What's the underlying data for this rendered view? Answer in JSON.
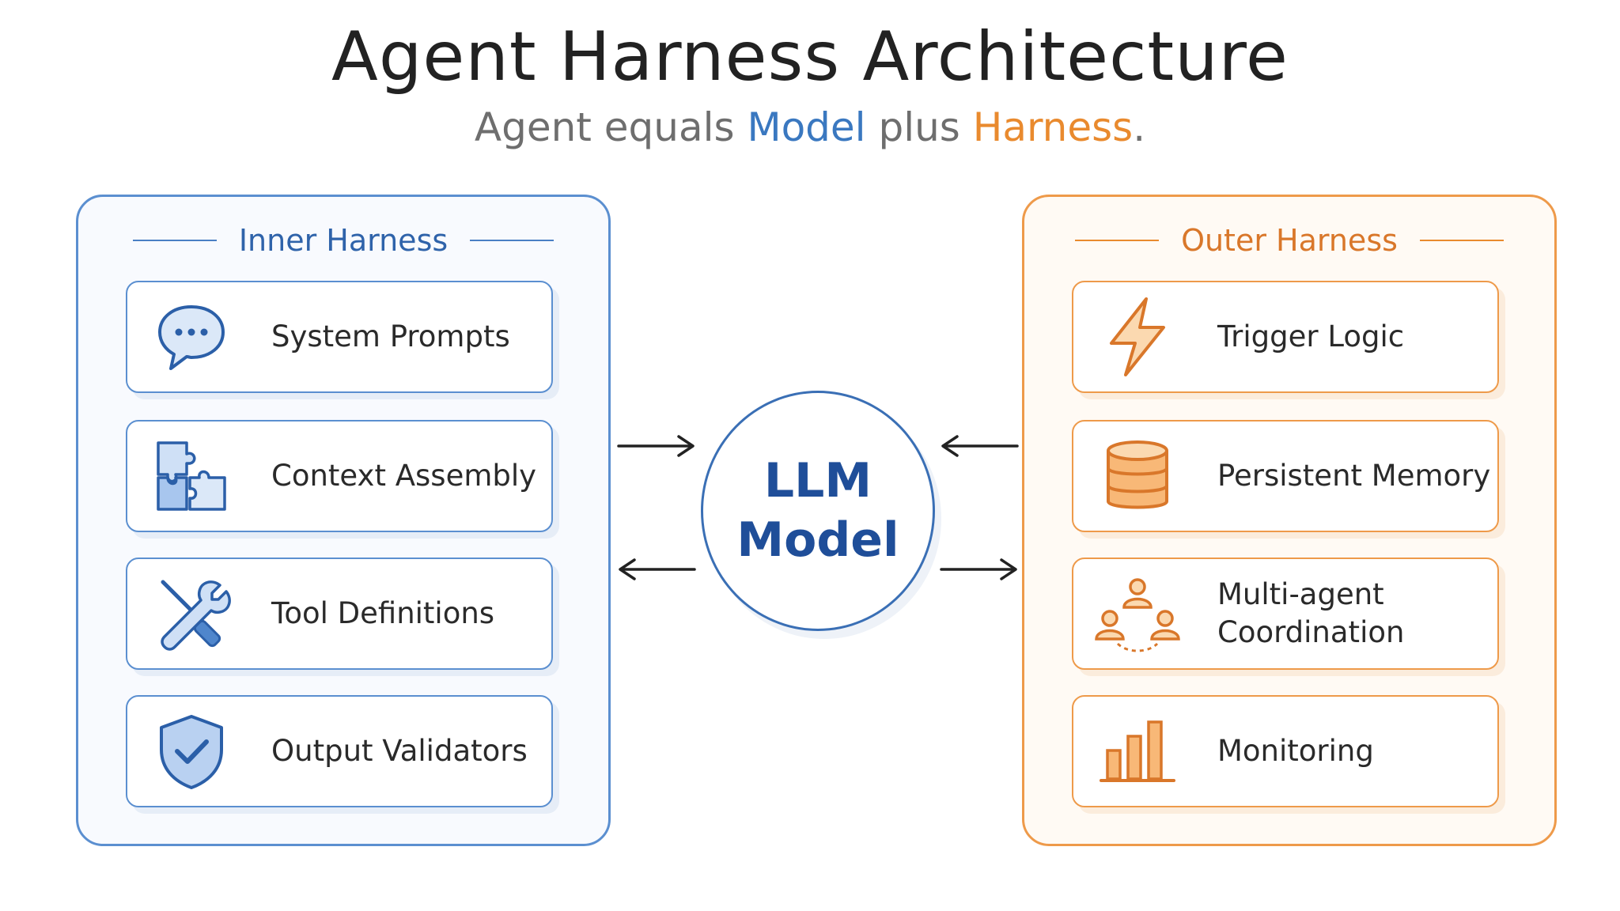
{
  "header": {
    "title": "Agent Harness Architecture",
    "subtitle": {
      "part1": "Agent equals ",
      "model": "Model",
      "part2": " plus ",
      "harness": "Harness",
      "part3": "."
    }
  },
  "inner": {
    "label": "Inner Harness",
    "items": [
      {
        "label": "System Prompts",
        "icon": "speech-bubble-icon"
      },
      {
        "label": "Context Assembly",
        "icon": "puzzle-icon"
      },
      {
        "label": "Tool Definitions",
        "icon": "tools-icon"
      },
      {
        "label": "Output Validators",
        "icon": "shield-check-icon"
      }
    ]
  },
  "outer": {
    "label": "Outer Harness",
    "items": [
      {
        "label": "Trigger Logic",
        "icon": "lightning-icon"
      },
      {
        "label": "Persistent Memory",
        "icon": "database-icon"
      },
      {
        "label_line1": "Multi-agent",
        "label_line2": "Coordination",
        "icon": "agents-icon"
      },
      {
        "label": "Monitoring",
        "icon": "bar-chart-icon"
      }
    ]
  },
  "center": {
    "line1": "LLM",
    "line2": "Model"
  },
  "colors": {
    "blue": "#3a78c0",
    "orange": "#e98a2e",
    "dark_blue": "#1f4e99"
  }
}
